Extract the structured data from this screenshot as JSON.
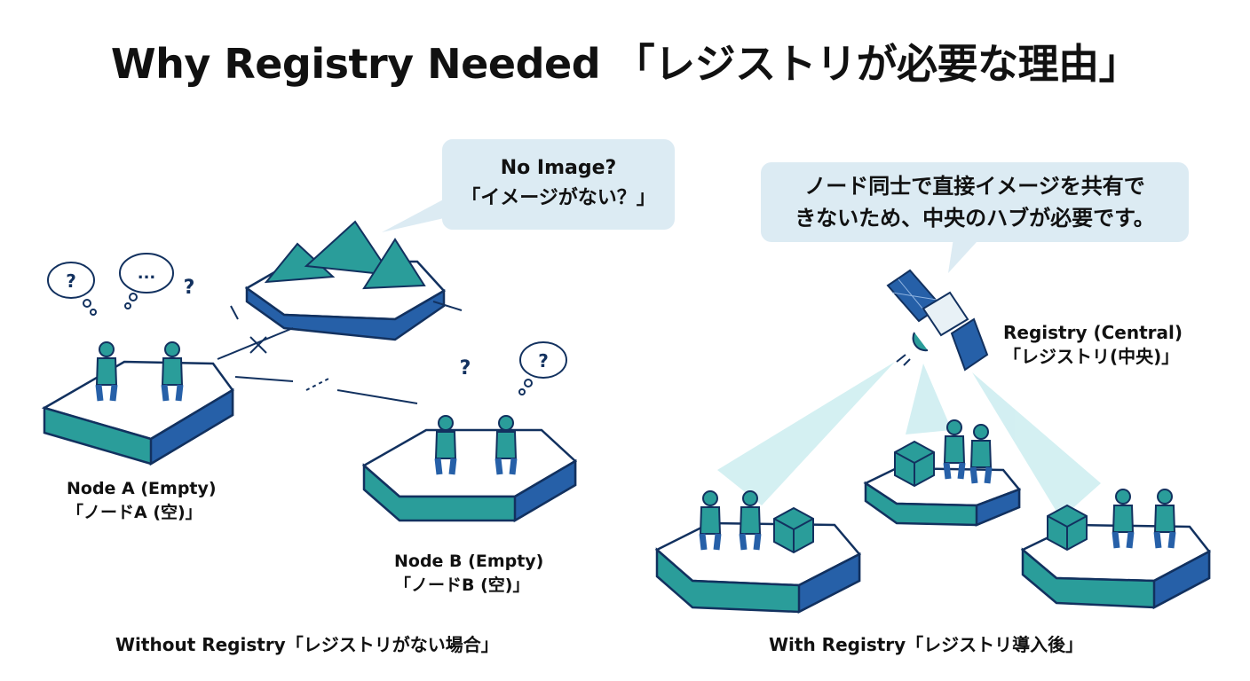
{
  "title": "Why Registry Needed 「レジストリが必要な理由」",
  "left_panel": {
    "bubble": {
      "line1": "No Image?",
      "line2": "「イメージがない？」"
    },
    "node_a": {
      "line1": "Node A (Empty)",
      "line2": "「ノードA (空)」"
    },
    "node_b": {
      "line1": "Node B (Empty)",
      "line2": "「ノードB (空)」"
    },
    "caption": "Without Registry「レジストリがない場合」",
    "thought_marks": [
      "?",
      "...",
      "?",
      "?",
      "?"
    ]
  },
  "right_panel": {
    "bubble": {
      "line1": "ノード同士で直接イメージを共有で",
      "line2": "きないため、中央のハブが必要です。"
    },
    "registry": {
      "line1": "Registry (Central)",
      "line2": "「レジストリ(中央)」"
    },
    "caption": "With Registry「レジストリ導入後」"
  },
  "colors": {
    "teal": "#2a9d9a",
    "blue": "#2660a8",
    "navy": "#12315f",
    "bubble": "#dcebf3",
    "beam": "#c9ecef"
  }
}
